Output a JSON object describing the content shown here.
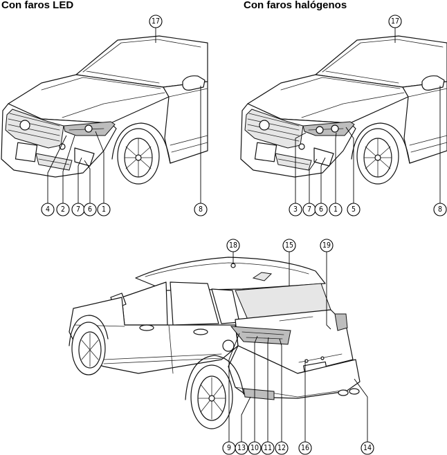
{
  "panels": {
    "led": {
      "title": "Con faros LED",
      "callouts": [
        "4",
        "2",
        "7",
        "6",
        "1",
        "8",
        "17"
      ]
    },
    "halogen": {
      "title": "Con faros halógenos",
      "callouts": [
        "3",
        "7",
        "6",
        "1",
        "5",
        "8",
        "17"
      ]
    },
    "rear": {
      "callouts": [
        "18",
        "15",
        "19",
        "9",
        "13",
        "10",
        "11",
        "12",
        "16",
        "14"
      ]
    }
  }
}
